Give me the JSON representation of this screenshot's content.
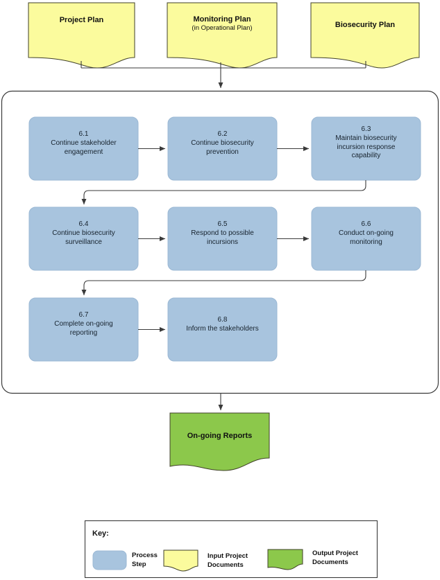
{
  "diagram": {
    "title_present": false,
    "colors": {
      "process_fill": "#a8c4de",
      "process_stroke": "#9bb8d4",
      "input_doc_fill": "#fbfb9d",
      "input_doc_stroke": "#3f3f28",
      "output_doc_fill": "#8cc84b",
      "output_doc_stroke": "#3f3f28",
      "container_stroke": "#3a3a3a",
      "connector_stroke": "#3a3a3a",
      "key_border": "#3a3a3a",
      "page_background": "#ffffff"
    }
  },
  "input_documents": [
    {
      "id": "project-plan",
      "title": "Project Plan",
      "subtitle": ""
    },
    {
      "id": "monitoring-plan",
      "title": "Monitoring Plan",
      "subtitle": "(in Operational Plan)"
    },
    {
      "id": "biosecurity-plan",
      "title": "Biosecurity Plan",
      "subtitle": ""
    }
  ],
  "process_steps": [
    {
      "number": "6.1",
      "label": "Continue stakeholder\nengagement",
      "line1": "6.1",
      "line2": "Continue stakeholder",
      "line3": "engagement",
      "line4": ""
    },
    {
      "number": "6.2",
      "label": "Continue biosecurity\nprevention",
      "line1": "6.2",
      "line2": "Continue biosecurity",
      "line3": "prevention",
      "line4": ""
    },
    {
      "number": "6.3",
      "label": "Maintain biosecurity\nincursion response\ncapability",
      "line1": "6.3",
      "line2": "Maintain biosecurity",
      "line3": "incursion response",
      "line4": "capability"
    },
    {
      "number": "6.4",
      "label": "Continue biosecurity\nsurveillance",
      "line1": "6.4",
      "line2": "Continue biosecurity",
      "line3": "surveillance",
      "line4": ""
    },
    {
      "number": "6.5",
      "label": "Respond to possible\nincursions",
      "line1": "6.5",
      "line2": "Respond to possible",
      "line3": "incursions",
      "line4": ""
    },
    {
      "number": "6.6",
      "label": "Conduct on-going\nmonitoring",
      "line1": "6.6",
      "line2": "Conduct on-going",
      "line3": "monitoring",
      "line4": ""
    },
    {
      "number": "6.7",
      "label": "Complete on-going\nreporting",
      "line1": "6.7",
      "line2": "Complete on-going",
      "line3": "reporting",
      "line4": ""
    },
    {
      "number": "6.8",
      "label": "Inform the stakeholders",
      "line1": "6.8",
      "line2": "Inform the stakeholders",
      "line3": "",
      "line4": ""
    }
  ],
  "output_documents": [
    {
      "id": "on-going-reports",
      "title": "On-going Reports"
    }
  ],
  "key": {
    "title": "Key:",
    "items": [
      {
        "swatch": "process",
        "line1": "Process",
        "line2": "Step"
      },
      {
        "swatch": "input-doc",
        "line1": "Input Project",
        "line2": "Documents"
      },
      {
        "swatch": "output-doc",
        "line1": "Output Project",
        "line2": "Documents"
      }
    ]
  }
}
